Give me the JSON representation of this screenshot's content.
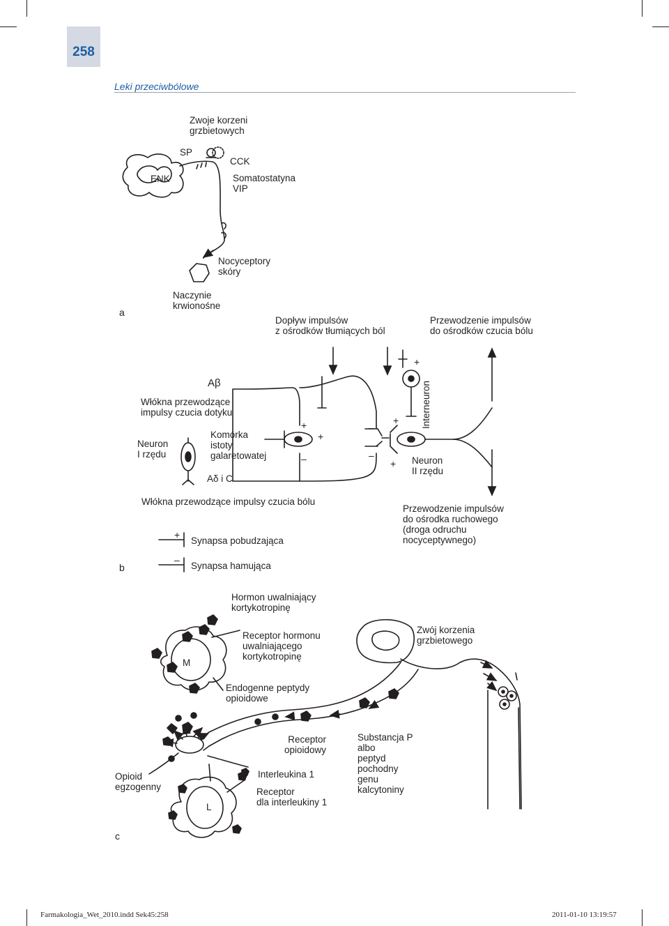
{
  "page": {
    "number": "258",
    "running_head": "Leki przeciwbólowe"
  },
  "panel_a": {
    "letter": "a",
    "drg": "Zwoje korzeni\ngrzbietowych",
    "sp": "SP",
    "enk": "ENK",
    "cck": "CCK",
    "somatostatin": "Somatostatyna\nVIP",
    "nociceptors": "Nocyceptory\nskóry",
    "vessel": "Naczynie\nkrwionośne"
  },
  "panel_b": {
    "letter": "b",
    "inflow": "Dopływ impulsów\nz ośrodków tłumiących ból",
    "outflow": "Przewodzenie impulsów\ndo ośrodków czucia bólu",
    "abeta": "Aβ",
    "touch_fibers": "Włókna przewodzące\nimpulsy czucia dotyku",
    "neuron1": "Neuron\nI rzędu",
    "sg_cell": "Komórka\nistoty\ngalaretowatej",
    "adelta": "Aδ i C",
    "interneuron": "Interneuron",
    "neuron2": "Neuron\nII rzędu",
    "pain_fibers": "Włókna przewodzące impulsy czucia bólu",
    "motor": "Przewodzenie impulsów\ndo ośrodka ruchowego\n(droga odruchu\nnocyceptywnego)",
    "excitatory": "Synapsa pobudzająca",
    "inhibitory": "Synapsa hamująca",
    "plus": "+",
    "minus": "–"
  },
  "panel_c": {
    "letter": "c",
    "crh": "Hormon uwalniający\nkortykotropinę",
    "crh_receptor": "Receptor hormonu\nuwalniającego\nkortykotropinę",
    "m_cell": "M",
    "drg": "Zwój korzenia\ngrzbietowego",
    "endogenous": "Endogenne peptydy\nopioidowe",
    "opioid_receptor": "Receptor\nopioidowy",
    "substance_p": "Substancja P\nalbo\npeptyd\npochodny\ngenu\nkalcytoniny",
    "exogenous": "Opioid\negzogenny",
    "il1": "Interleukina 1",
    "il1_receptor": "Receptor\ndla interleukiny 1",
    "l_cell": "L"
  },
  "footer": {
    "file": "Farmakologia_Wet_2010.indd   Sek45:258",
    "timestamp": "2011-01-10   13:19:57"
  }
}
